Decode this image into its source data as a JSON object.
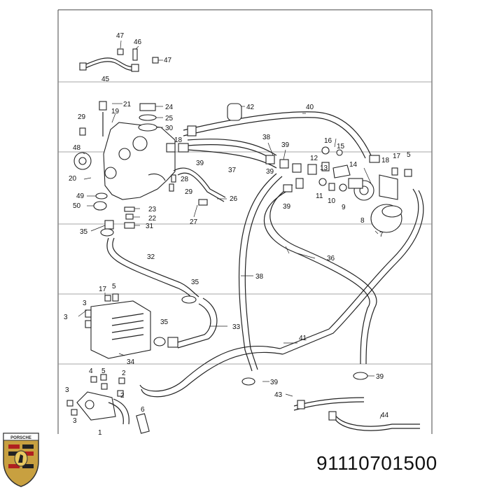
{
  "callouts": [
    {
      "id": "c47a",
      "label": "47"
    },
    {
      "id": "c46",
      "label": "46"
    },
    {
      "id": "c47b",
      "label": "47"
    },
    {
      "id": "c45",
      "label": "45"
    },
    {
      "id": "c21",
      "label": "21"
    },
    {
      "id": "c24",
      "label": "24"
    },
    {
      "id": "c25",
      "label": "25"
    },
    {
      "id": "c30",
      "label": "30"
    },
    {
      "id": "c29a",
      "label": "29"
    },
    {
      "id": "c19",
      "label": "19"
    },
    {
      "id": "c18",
      "label": "18"
    },
    {
      "id": "c42",
      "label": "42"
    },
    {
      "id": "c40",
      "label": "40"
    },
    {
      "id": "c48",
      "label": "48"
    },
    {
      "id": "c20",
      "label": "20"
    },
    {
      "id": "c49",
      "label": "49"
    },
    {
      "id": "c50",
      "label": "50"
    },
    {
      "id": "c38a",
      "label": "38"
    },
    {
      "id": "c39a",
      "label": "39"
    },
    {
      "id": "c39b",
      "label": "39"
    },
    {
      "id": "c37",
      "label": "37"
    },
    {
      "id": "c39c",
      "label": "39"
    },
    {
      "id": "c39d",
      "label": "39"
    },
    {
      "id": "c28",
      "label": "28"
    },
    {
      "id": "c29b",
      "label": "29"
    },
    {
      "id": "c26",
      "label": "26"
    },
    {
      "id": "c27",
      "label": "27"
    },
    {
      "id": "c23",
      "label": "23"
    },
    {
      "id": "c22",
      "label": "22"
    },
    {
      "id": "c31",
      "label": "31"
    },
    {
      "id": "c35a",
      "label": "35"
    },
    {
      "id": "c16",
      "label": "16"
    },
    {
      "id": "c15",
      "label": "15"
    },
    {
      "id": "c12",
      "label": "12"
    },
    {
      "id": "c13",
      "label": "13"
    },
    {
      "id": "c14",
      "label": "14"
    },
    {
      "id": "c18b",
      "label": "18"
    },
    {
      "id": "c17a",
      "label": "17"
    },
    {
      "id": "c5a",
      "label": "5"
    },
    {
      "id": "c11",
      "label": "11"
    },
    {
      "id": "c10",
      "label": "10"
    },
    {
      "id": "c9",
      "label": "9"
    },
    {
      "id": "c8",
      "label": "8"
    },
    {
      "id": "c7",
      "label": "7"
    },
    {
      "id": "c32",
      "label": "32"
    },
    {
      "id": "c36",
      "label": "36"
    },
    {
      "id": "c38b",
      "label": "38"
    },
    {
      "id": "c17b",
      "label": "17"
    },
    {
      "id": "c5b",
      "label": "5"
    },
    {
      "id": "c3a",
      "label": "3"
    },
    {
      "id": "c3b",
      "label": "3"
    },
    {
      "id": "c35b",
      "label": "35"
    },
    {
      "id": "c35c",
      "label": "35"
    },
    {
      "id": "c33",
      "label": "33"
    },
    {
      "id": "c34",
      "label": "34"
    },
    {
      "id": "c41",
      "label": "41"
    },
    {
      "id": "c4",
      "label": "4"
    },
    {
      "id": "c5c",
      "label": "5"
    },
    {
      "id": "c2a",
      "label": "2"
    },
    {
      "id": "c2b",
      "label": "2"
    },
    {
      "id": "c3c",
      "label": "3"
    },
    {
      "id": "c3d",
      "label": "3"
    },
    {
      "id": "c39e",
      "label": "39"
    },
    {
      "id": "c39f",
      "label": "39"
    },
    {
      "id": "c6",
      "label": "6"
    },
    {
      "id": "c1",
      "label": "1"
    },
    {
      "id": "c43",
      "label": "43"
    },
    {
      "id": "c44",
      "label": "44"
    }
  ],
  "part_number": "91110701500",
  "logo_text": "PORSCHE"
}
